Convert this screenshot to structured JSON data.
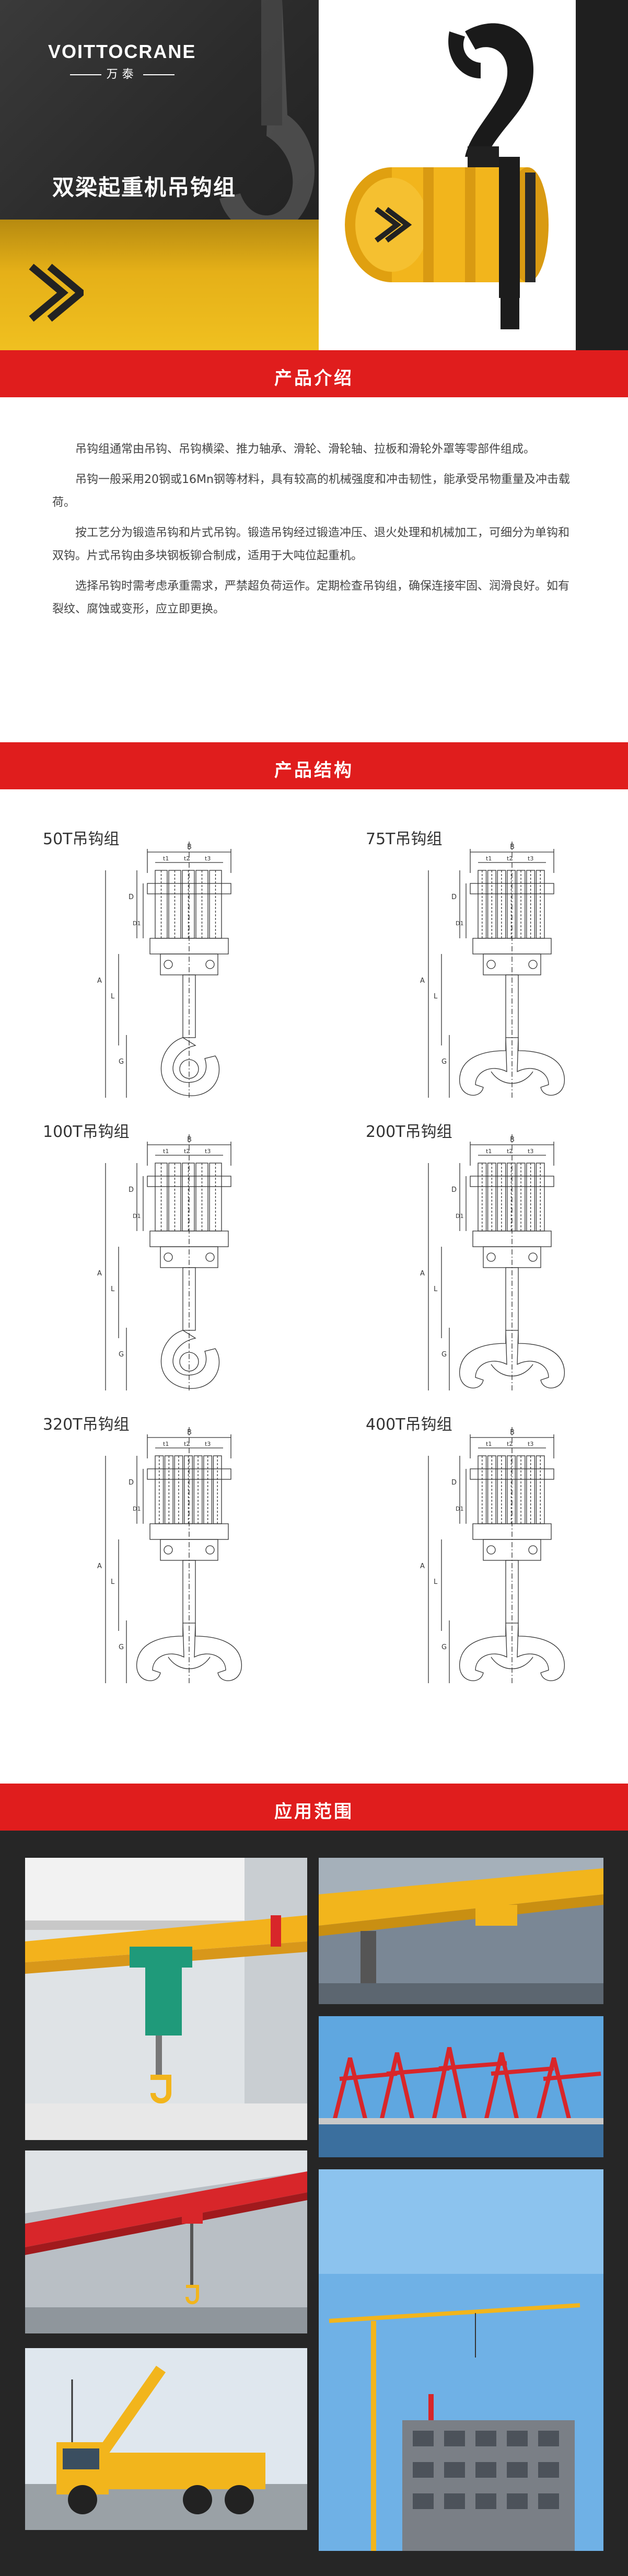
{
  "hero": {
    "logo_en": "VOITTOCRANE",
    "logo_cn": "万泰",
    "title": "双梁起重机吊钩组"
  },
  "sections": {
    "intro": "产品介绍",
    "structure": "产品结构",
    "apps": "应用范围"
  },
  "intro": {
    "paragraphs": [
      "吊钩组通常由吊钩、吊钩横梁、推力轴承、滑轮、滑轮轴、拉板和滑轮外罩等零部件组成。",
      "吊钩一般采用20钢或16Mn钢等材料，具有较高的机械强度和冲击韧性，能承受吊物重量及冲击载荷。",
      "按工艺分为锻造吊钩和片式吊钩。锻造吊钩经过锻造冲压、退火处理和机械加工，可细分为单钩和双钩。片式吊钩由多块钢板铆合制成，适用于大吨位起重机。",
      "选择吊钩时需考虑承重需求，严禁超负荷运作。定期检查吊钩组，确保连接牢固、润滑良好。如有裂纹、腐蚀或变形，应立即更换。"
    ]
  },
  "structure": {
    "diagrams": [
      {
        "label": "50T吊钩组",
        "hook": "single"
      },
      {
        "label": "75T吊钩组",
        "hook": "double"
      },
      {
        "label": "100T吊钩组",
        "hook": "single"
      },
      {
        "label": "200T吊钩组",
        "hook": "double"
      },
      {
        "label": "320T吊钩组",
        "hook": "double"
      },
      {
        "label": "400T吊钩组",
        "hook": "double"
      }
    ],
    "dim_labels": {
      "B": "B",
      "D": "D",
      "D1": "D1",
      "A": "A",
      "L": "L",
      "G": "G",
      "t1": "t1",
      "t2": "t2",
      "t3": "t3"
    }
  },
  "colors": {
    "brand_red": "#e01d1d",
    "hero_dark": "#2b2b2b",
    "crane_yellow": "#f2b51c",
    "crane_red": "#d8262a",
    "hoist_green": "#1f9a7a"
  },
  "apps": {
    "photos": [
      {
        "name": "single-girder-crane-with-green-hoist"
      },
      {
        "name": "yellow-overhead-crane-in-factory"
      },
      {
        "name": "red-port-container-cranes"
      },
      {
        "name": "red-overhead-crane-in-workshop"
      },
      {
        "name": "yellow-tower-crane-at-construction-site"
      },
      {
        "name": "yellow-truck-crane"
      }
    ]
  }
}
